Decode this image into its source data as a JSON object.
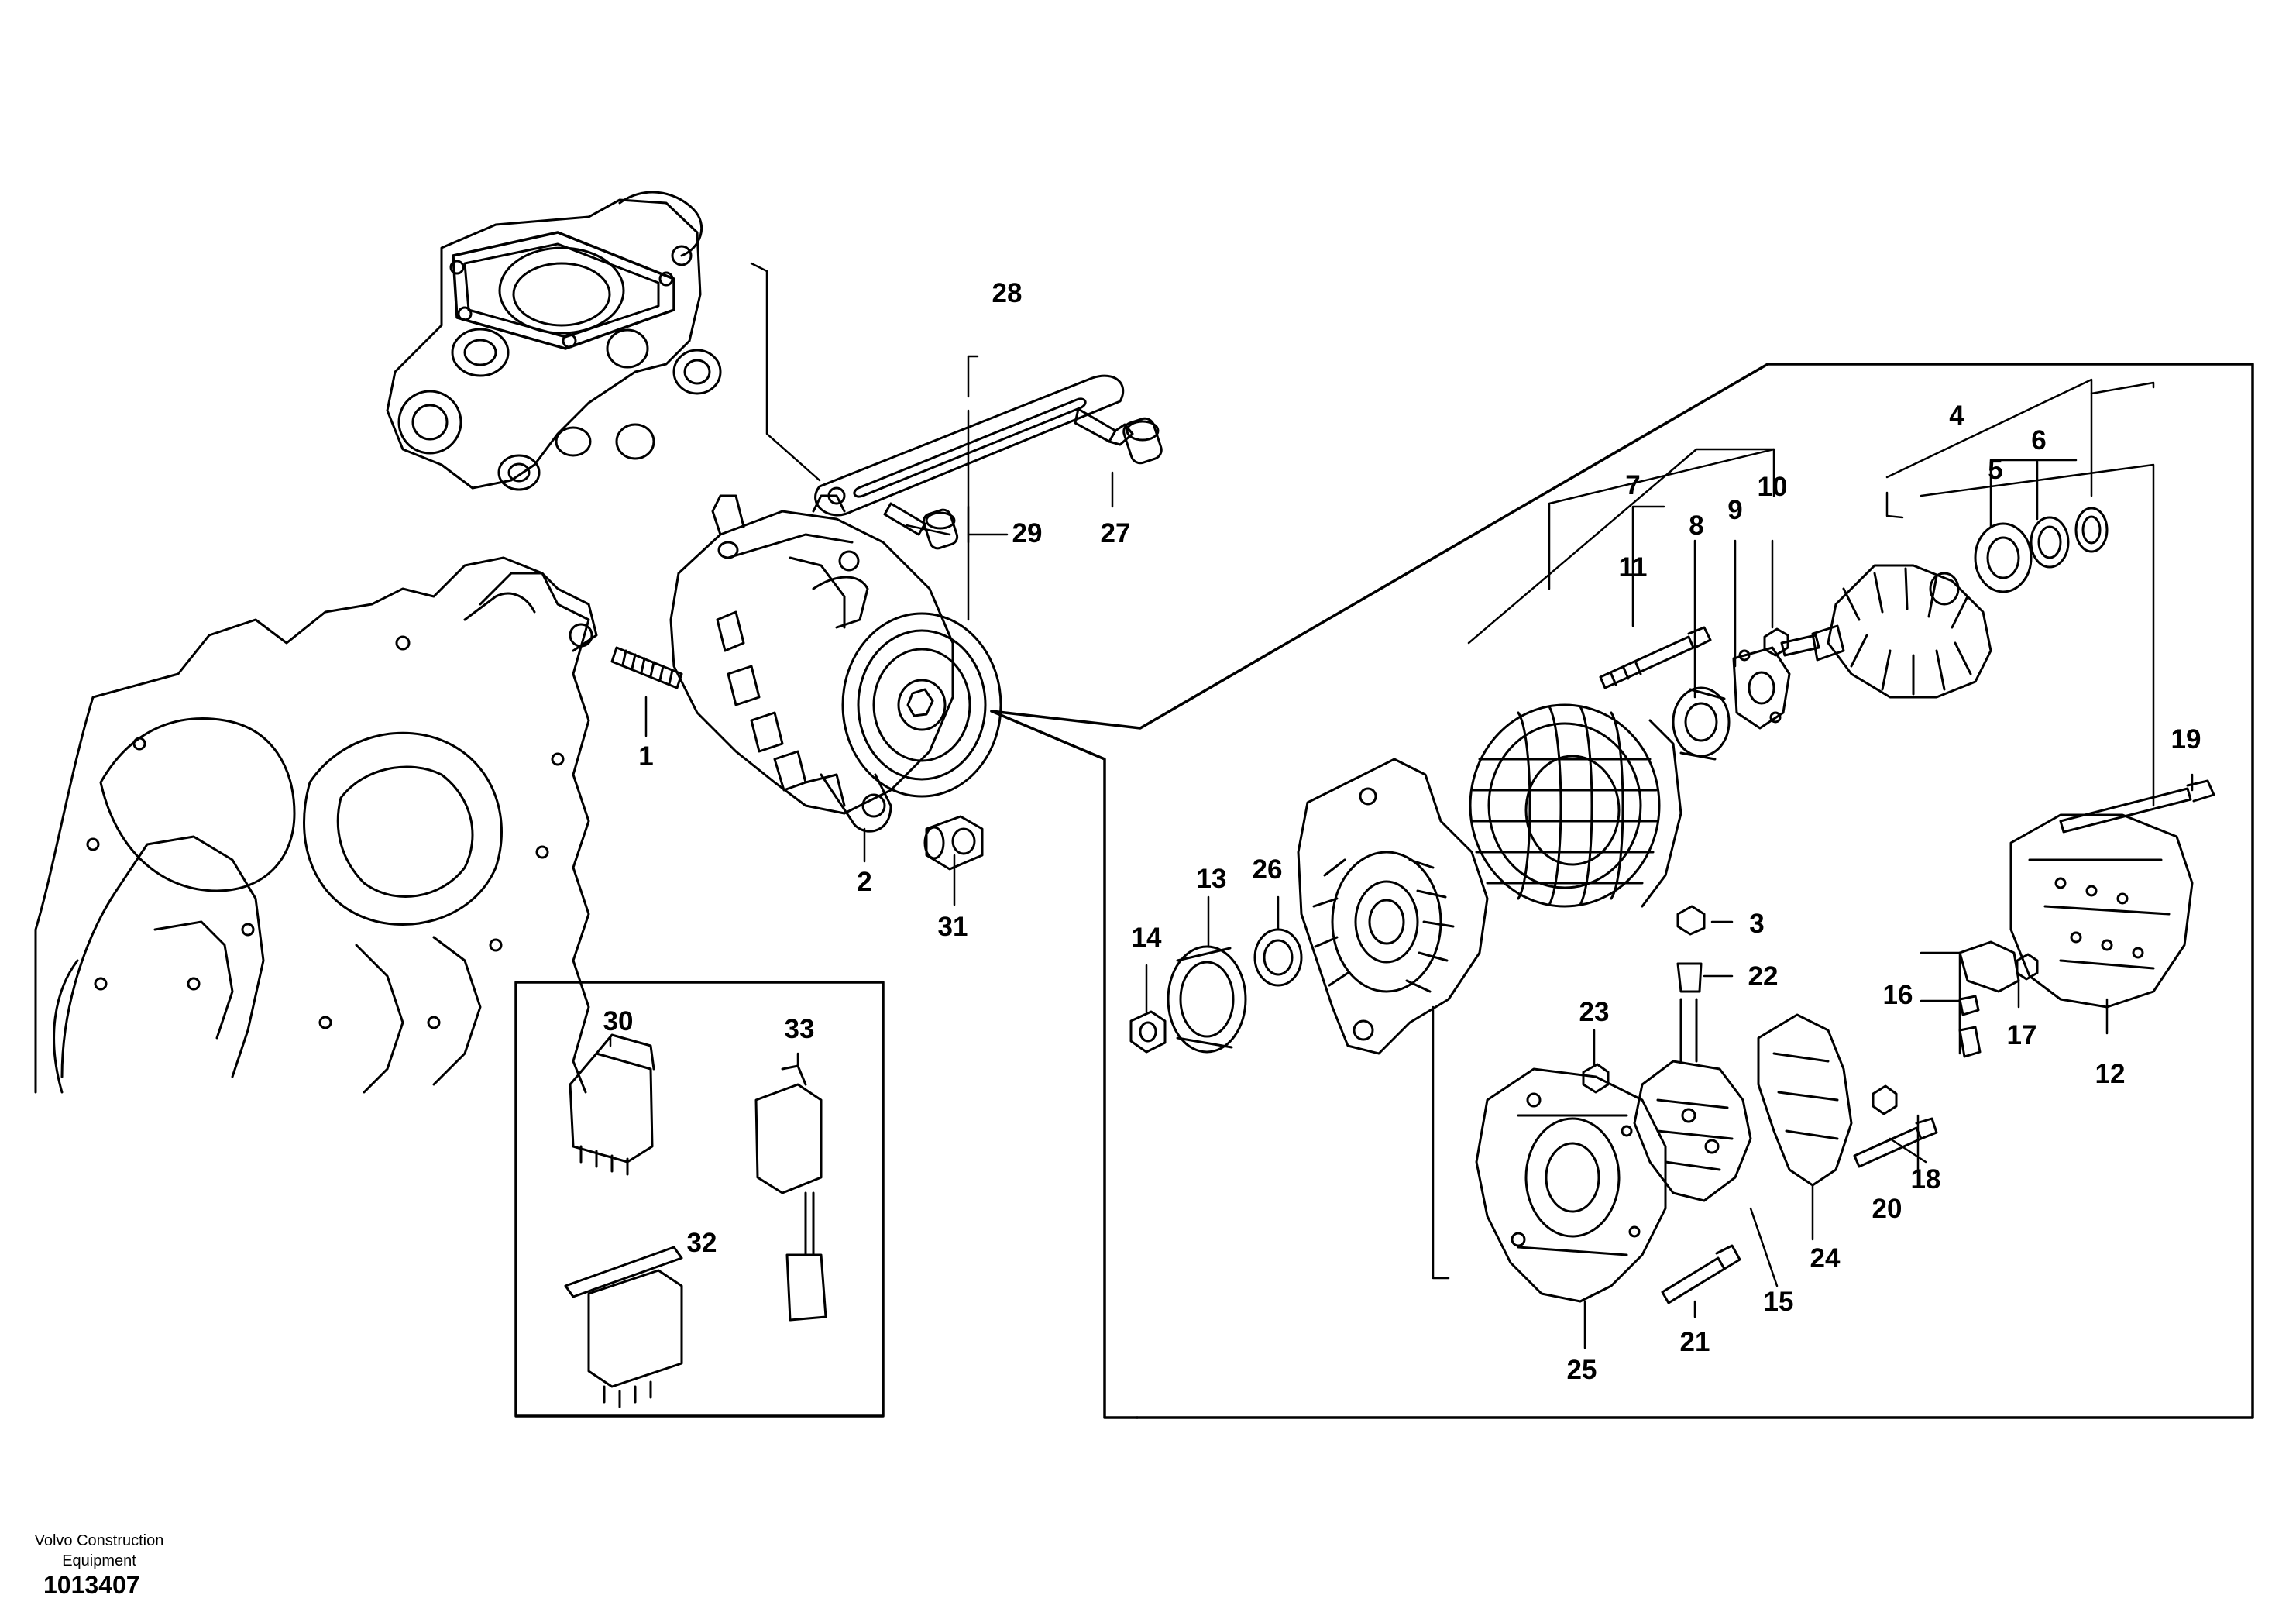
{
  "footer": {
    "company_line1": "Volvo Construction",
    "company_line2": "Equipment",
    "document_number": "1013407"
  },
  "callouts": [
    "1",
    "2",
    "3",
    "4",
    "5",
    "6",
    "7",
    "8",
    "9",
    "10",
    "11",
    "12",
    "13",
    "14",
    "15",
    "16",
    "17",
    "18",
    "19",
    "20",
    "21",
    "22",
    "23",
    "24",
    "25",
    "26",
    "27",
    "28",
    "29",
    "30",
    "31",
    "32",
    "33"
  ]
}
